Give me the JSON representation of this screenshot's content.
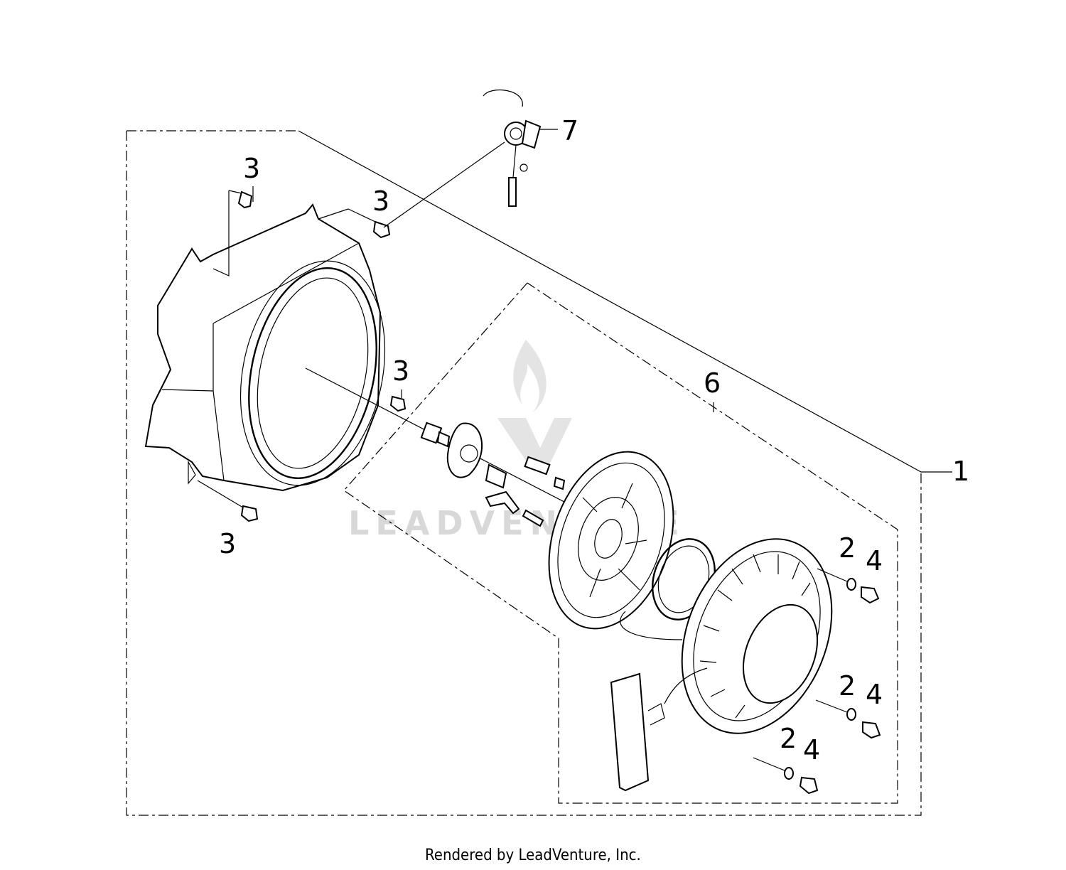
{
  "callouts": {
    "c1": "1",
    "c2a": "2",
    "c2b": "2",
    "c2c": "2",
    "c3a": "3",
    "c3b": "3",
    "c3c": "3",
    "c3d": "3",
    "c4a": "4",
    "c4b": "4",
    "c4c": "4",
    "c6": "6",
    "c7": "7"
  },
  "watermark": "LEADVENTURE",
  "footer": "Rendered by LeadVenture, Inc."
}
